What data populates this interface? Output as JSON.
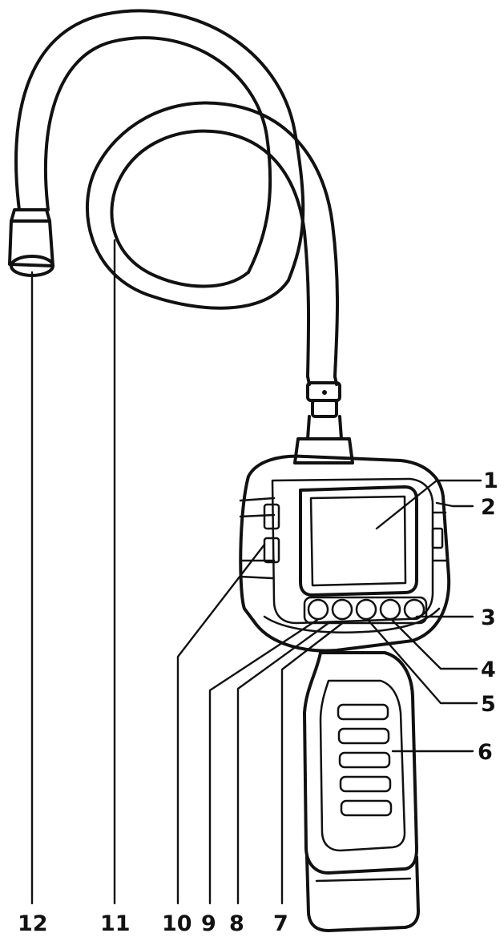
{
  "diagram": {
    "callouts": [
      {
        "id": "1",
        "label": "1"
      },
      {
        "id": "2",
        "label": "2"
      },
      {
        "id": "3",
        "label": "3"
      },
      {
        "id": "4",
        "label": "4"
      },
      {
        "id": "5",
        "label": "5"
      },
      {
        "id": "6",
        "label": "6"
      },
      {
        "id": "7",
        "label": "7"
      },
      {
        "id": "8",
        "label": "8"
      },
      {
        "id": "9",
        "label": "9"
      },
      {
        "id": "10",
        "label": "10"
      },
      {
        "id": "11",
        "label": "11"
      },
      {
        "id": "12",
        "label": "12"
      }
    ]
  },
  "colors": {
    "ink": "#111111",
    "background": "#ffffff"
  }
}
